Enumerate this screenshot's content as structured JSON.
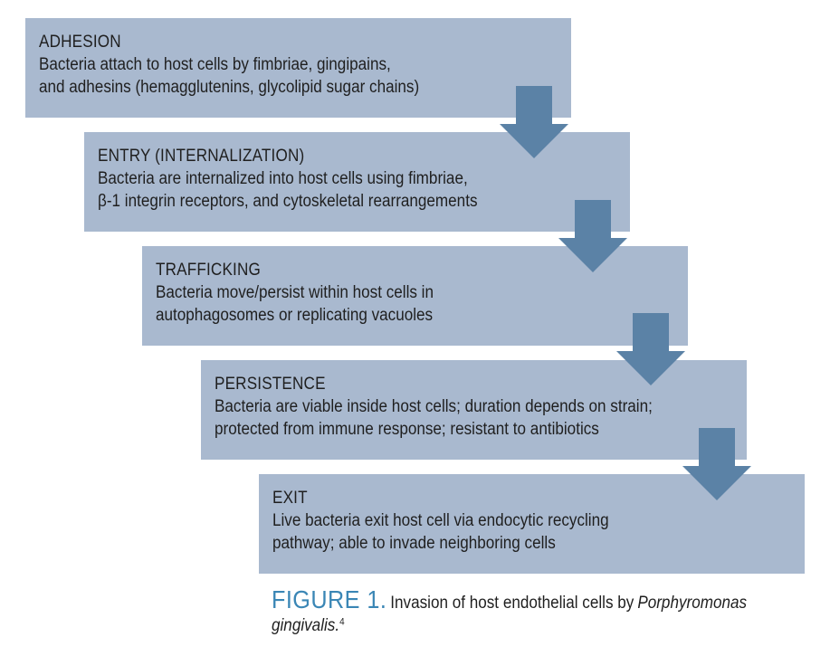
{
  "steps": [
    {
      "title": "ADHESION",
      "lines": [
        "Bacteria attach to host cells by fimbriae, gingipains,",
        "and adhesins (hemagglutenins, glycolipid sugar chains)"
      ]
    },
    {
      "title": "ENTRY (INTERNALIZATION)",
      "lines": [
        "Bacteria are internalized into host cells using fimbriae,",
        "β-1 integrin receptors, and cytoskeletal rearrangements"
      ]
    },
    {
      "title": "TRAFFICKING",
      "lines": [
        "Bacteria move/persist within host cells in",
        "autophagosomes or replicating vacuoles"
      ]
    },
    {
      "title": "PERSISTENCE",
      "lines": [
        "Bacteria are viable inside host cells; duration depends on strain;",
        "protected from immune response; resistant to antibiotics"
      ]
    },
    {
      "title": "EXIT",
      "lines": [
        "Live bacteria exit host cell via endocytic recycling",
        "pathway; able to invade neighboring cells"
      ]
    }
  ],
  "caption": {
    "label": "FIGURE 1.",
    "text": "Invasion of host endothelial cells by",
    "species_line1": "Porphyromonas",
    "species_line2": "gingivalis.",
    "reference": "4"
  },
  "colors": {
    "box": "#a9b9cf",
    "arrow": "#5b82a6",
    "label": "#3a86b5"
  }
}
